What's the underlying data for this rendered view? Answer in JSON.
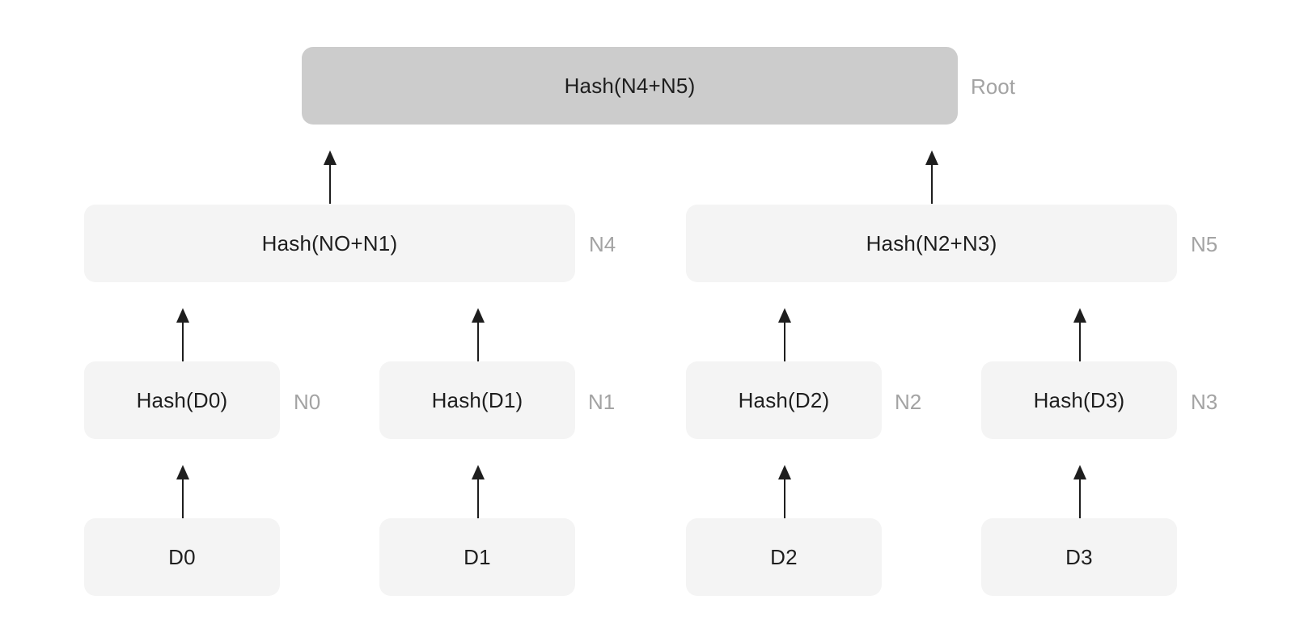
{
  "root": {
    "label": "Hash(N4+N5)",
    "tag": "Root"
  },
  "level1": [
    {
      "label": "Hash(NO+N1)",
      "tag": "N4"
    },
    {
      "label": "Hash(N2+N3)",
      "tag": "N5"
    }
  ],
  "level2": [
    {
      "label": "Hash(D0)",
      "tag": "N0"
    },
    {
      "label": "Hash(D1)",
      "tag": "N1"
    },
    {
      "label": "Hash(D2)",
      "tag": "N2"
    },
    {
      "label": "Hash(D3)",
      "tag": "N3"
    }
  ],
  "data_blocks": [
    {
      "label": "D0"
    },
    {
      "label": "D1"
    },
    {
      "label": "D2"
    },
    {
      "label": "D3"
    }
  ],
  "colors": {
    "root_fill": "#cccccc",
    "node_fill": "#f4f4f4",
    "text": "#1e1e1e",
    "tag_text": "#a3a3a3",
    "arrow": "#1e1e1e"
  }
}
